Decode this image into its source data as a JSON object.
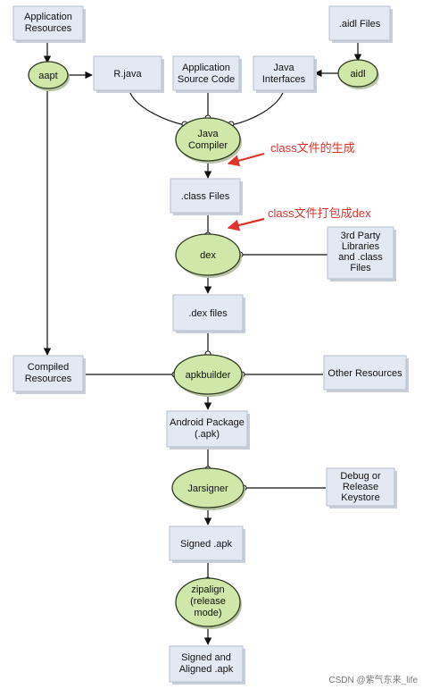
{
  "boxes": {
    "app_resources": [
      "Application",
      "Resources"
    ],
    "aidl_files": [
      ".aidl Files"
    ],
    "rjava": [
      "R.java"
    ],
    "app_source": [
      "Application",
      "Source Code"
    ],
    "java_interfaces": [
      "Java",
      "Interfaces"
    ],
    "class_files": [
      ".class Files"
    ],
    "third_party": [
      "3rd Party",
      "Libraries",
      "and .class",
      "Files"
    ],
    "dex_files": [
      ".dex files"
    ],
    "compiled_resources": [
      "Compiled",
      "Resources"
    ],
    "other_resources": [
      "Other Resources"
    ],
    "android_package": [
      "Android Package",
      "(.apk)"
    ],
    "debug_keystore": [
      "Debug or",
      "Release",
      "Keystore"
    ],
    "signed_apk": [
      "Signed .apk"
    ],
    "signed_aligned": [
      "Signed and",
      "Aligned .apk"
    ]
  },
  "tools": {
    "aapt": [
      "aapt"
    ],
    "aidl": [
      "aidl"
    ],
    "java_compiler": [
      "Java",
      "Compiler"
    ],
    "dex": [
      "dex"
    ],
    "apkbuilder": [
      "apkbuilder"
    ],
    "jarsigner": [
      "Jarsigner"
    ],
    "zipalign": [
      "zipalign",
      "(release",
      "mode)"
    ]
  },
  "annotations": {
    "class_generation": "class文件的生成",
    "class_to_dex": "class文件打包成dex"
  },
  "watermark": "CSDN @紫气东来_life",
  "colors": {
    "box_fill": "#e3e9f3",
    "tool_fill": "#cfe7a9",
    "annotation": "#e0332b"
  }
}
